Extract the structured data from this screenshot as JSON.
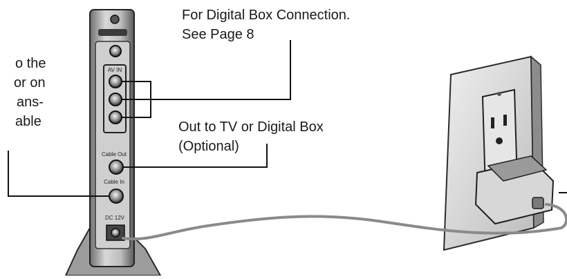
{
  "callouts": {
    "digital_box": [
      "For Digital Box Connection.",
      "See Page 8"
    ],
    "out_tv": [
      "Out to TV or Digital Box",
      "(Optional)"
    ],
    "left_cut": [
      "o the",
      "or on",
      "ans-",
      "able"
    ]
  },
  "device": {
    "av_in": "AV IN",
    "cable_out": "Cable Out",
    "cable_in": "Cable In",
    "dc": "DC 12V"
  },
  "colors": {
    "line": "#111111",
    "cord": "#8a8a8a"
  }
}
